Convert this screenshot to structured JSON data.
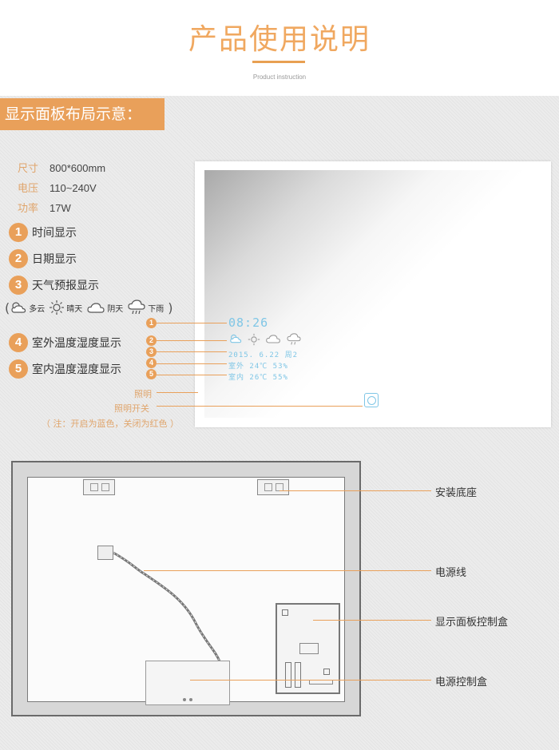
{
  "header": {
    "title": "产品使用说明",
    "subtitle": "Product instruction"
  },
  "section": {
    "title": "显示面板布局示意："
  },
  "specs": [
    {
      "label": "尺寸",
      "value": "800*600mm"
    },
    {
      "label": "电压",
      "value": "110~240V"
    },
    {
      "label": "功率",
      "value": "17W"
    }
  ],
  "features": [
    {
      "num": "1",
      "label": "时间显示"
    },
    {
      "num": "2",
      "label": "日期显示"
    },
    {
      "num": "3",
      "label": "天气预报显示"
    },
    {
      "num": "4",
      "label": "室外温度湿度显示"
    },
    {
      "num": "5",
      "label": "室内温度湿度显示"
    }
  ],
  "weather": {
    "open": "(",
    "close": ")",
    "items": [
      {
        "icon": "partly-cloudy-icon",
        "label": "多云"
      },
      {
        "icon": "sunny-icon",
        "label": "晴天"
      },
      {
        "icon": "cloud-icon",
        "label": "阴天"
      },
      {
        "icon": "rain-icon",
        "label": "下雨"
      }
    ]
  },
  "labels": {
    "lighting": "照明",
    "lighting_switch": "照明开关",
    "note": "（ 注：开启为蓝色，关闭为红色 ）"
  },
  "display": {
    "time": "08:26",
    "date": "2015. 6.22 周2",
    "outdoor": "室外 24℃ 53%",
    "indoor": "室内 26℃ 55%"
  },
  "callouts": [
    "1",
    "2",
    "3",
    "4",
    "5"
  ],
  "back_labels": {
    "mount": "安装底座",
    "cord": "电源线",
    "panel_box": "显示面板控制盒",
    "power_box": "电源控制盒"
  },
  "colors": {
    "accent": "#e9a05a",
    "display_blue": "#7fc6e6"
  }
}
